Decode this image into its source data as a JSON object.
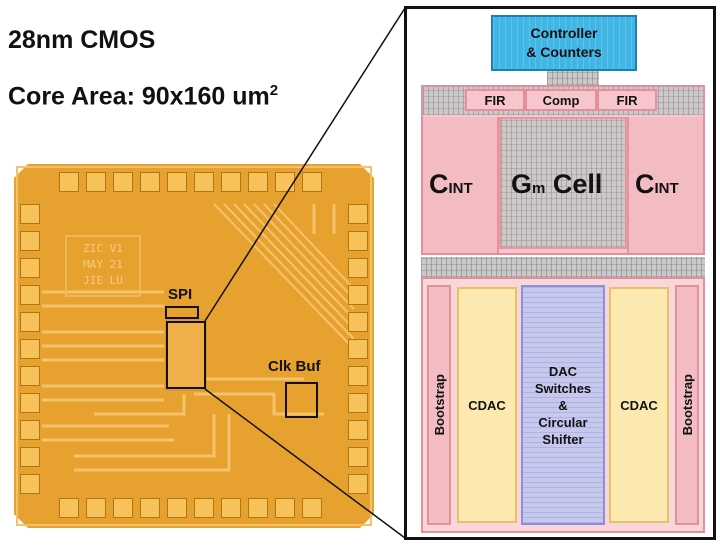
{
  "heading": {
    "process": "28nm CMOS",
    "core_area_prefix": "Core Area: 90x160 um",
    "core_area_exponent": "2"
  },
  "die": {
    "marking": [
      "ZIC V1",
      "MAY 21",
      "JIE LU"
    ],
    "spi_label": "SPI",
    "clk_buf_label": "Clk Buf"
  },
  "inset": {
    "controller_label": [
      "Controller",
      "& Counters"
    ],
    "fir_left": "FIR",
    "comp": "Comp",
    "fir_right": "FIR",
    "cint_main": "C",
    "cint_sub": "INT",
    "gm_main": "G",
    "gm_sub": "m",
    "gm_cell": " Cell",
    "cdac_left": "CDAC",
    "cdac_right": "CDAC",
    "dac_label": [
      "DAC",
      "Switches",
      "&",
      "Circular",
      "Shifter"
    ],
    "bootstrap_left": "Bootstrap",
    "bootstrap_right": "Bootstrap"
  },
  "colors": {
    "die": "#e7a12e",
    "pad": "#f8c25a",
    "controller_fill": "#3fb6e6",
    "pink_region": "#f6c6cc",
    "cdac_fill": "#fbe9b0",
    "dac_fill": "#c7c8ee"
  }
}
